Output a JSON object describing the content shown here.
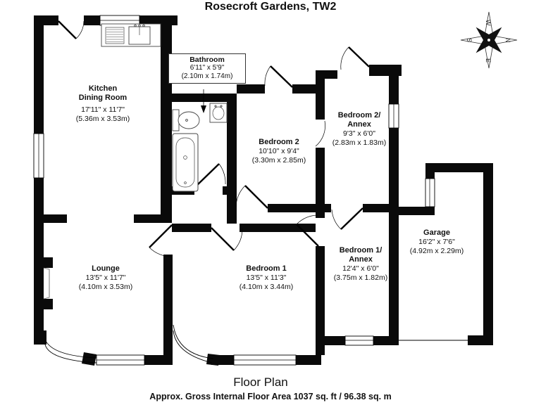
{
  "title": "Rosecroft Gardens, TW2",
  "footer": {
    "caption": "Floor Plan",
    "area": "Approx. Gross Internal Floor Area 1037 sq. ft /  96.38 sq. m"
  },
  "compass": {
    "n": "N",
    "e": "E",
    "s": "S",
    "w": "W"
  },
  "rooms": {
    "kitchen": {
      "name": "Kitchen",
      "name2": "Dining Room",
      "size_ft": "17'11\" x 11'7\"",
      "size_m": "(5.36m x 3.53m)"
    },
    "bathroom": {
      "name": "Bathroom",
      "size_ft": "6'11\" x 5'9\"",
      "size_m": "(2.10m x 1.74m)"
    },
    "bedroom2": {
      "name": "Bedroom 2",
      "size_ft": "10'10\" x 9'4\"",
      "size_m": "(3.30m x 2.85m)"
    },
    "bedroom2_annex": {
      "name": "Bedroom 2/",
      "name2": "Annex",
      "size_ft": "9'3\" x 6'0\"",
      "size_m": "(2.83m x 1.83m)"
    },
    "garage": {
      "name": "Garage",
      "size_ft": "16'2\" x 7'6\"",
      "size_m": "(4.92m x 2.29m)"
    },
    "bedroom1_annex": {
      "name": "Bedroom 1/",
      "name2": "Annex",
      "size_ft": "12'4\" x 6'0\"",
      "size_m": "(3.75m x 1.82m)"
    },
    "bedroom1": {
      "name": "Bedroom 1",
      "size_ft": "13'5\" x 11'3\"",
      "size_m": "(4.10m x 3.44m)"
    },
    "lounge": {
      "name": "Lounge",
      "size_ft": "13'5\" x 11'7\"",
      "size_m": "(4.10m x 3.53m)"
    }
  },
  "colors": {
    "wall": "#0a0a0a",
    "background": "#ffffff"
  }
}
